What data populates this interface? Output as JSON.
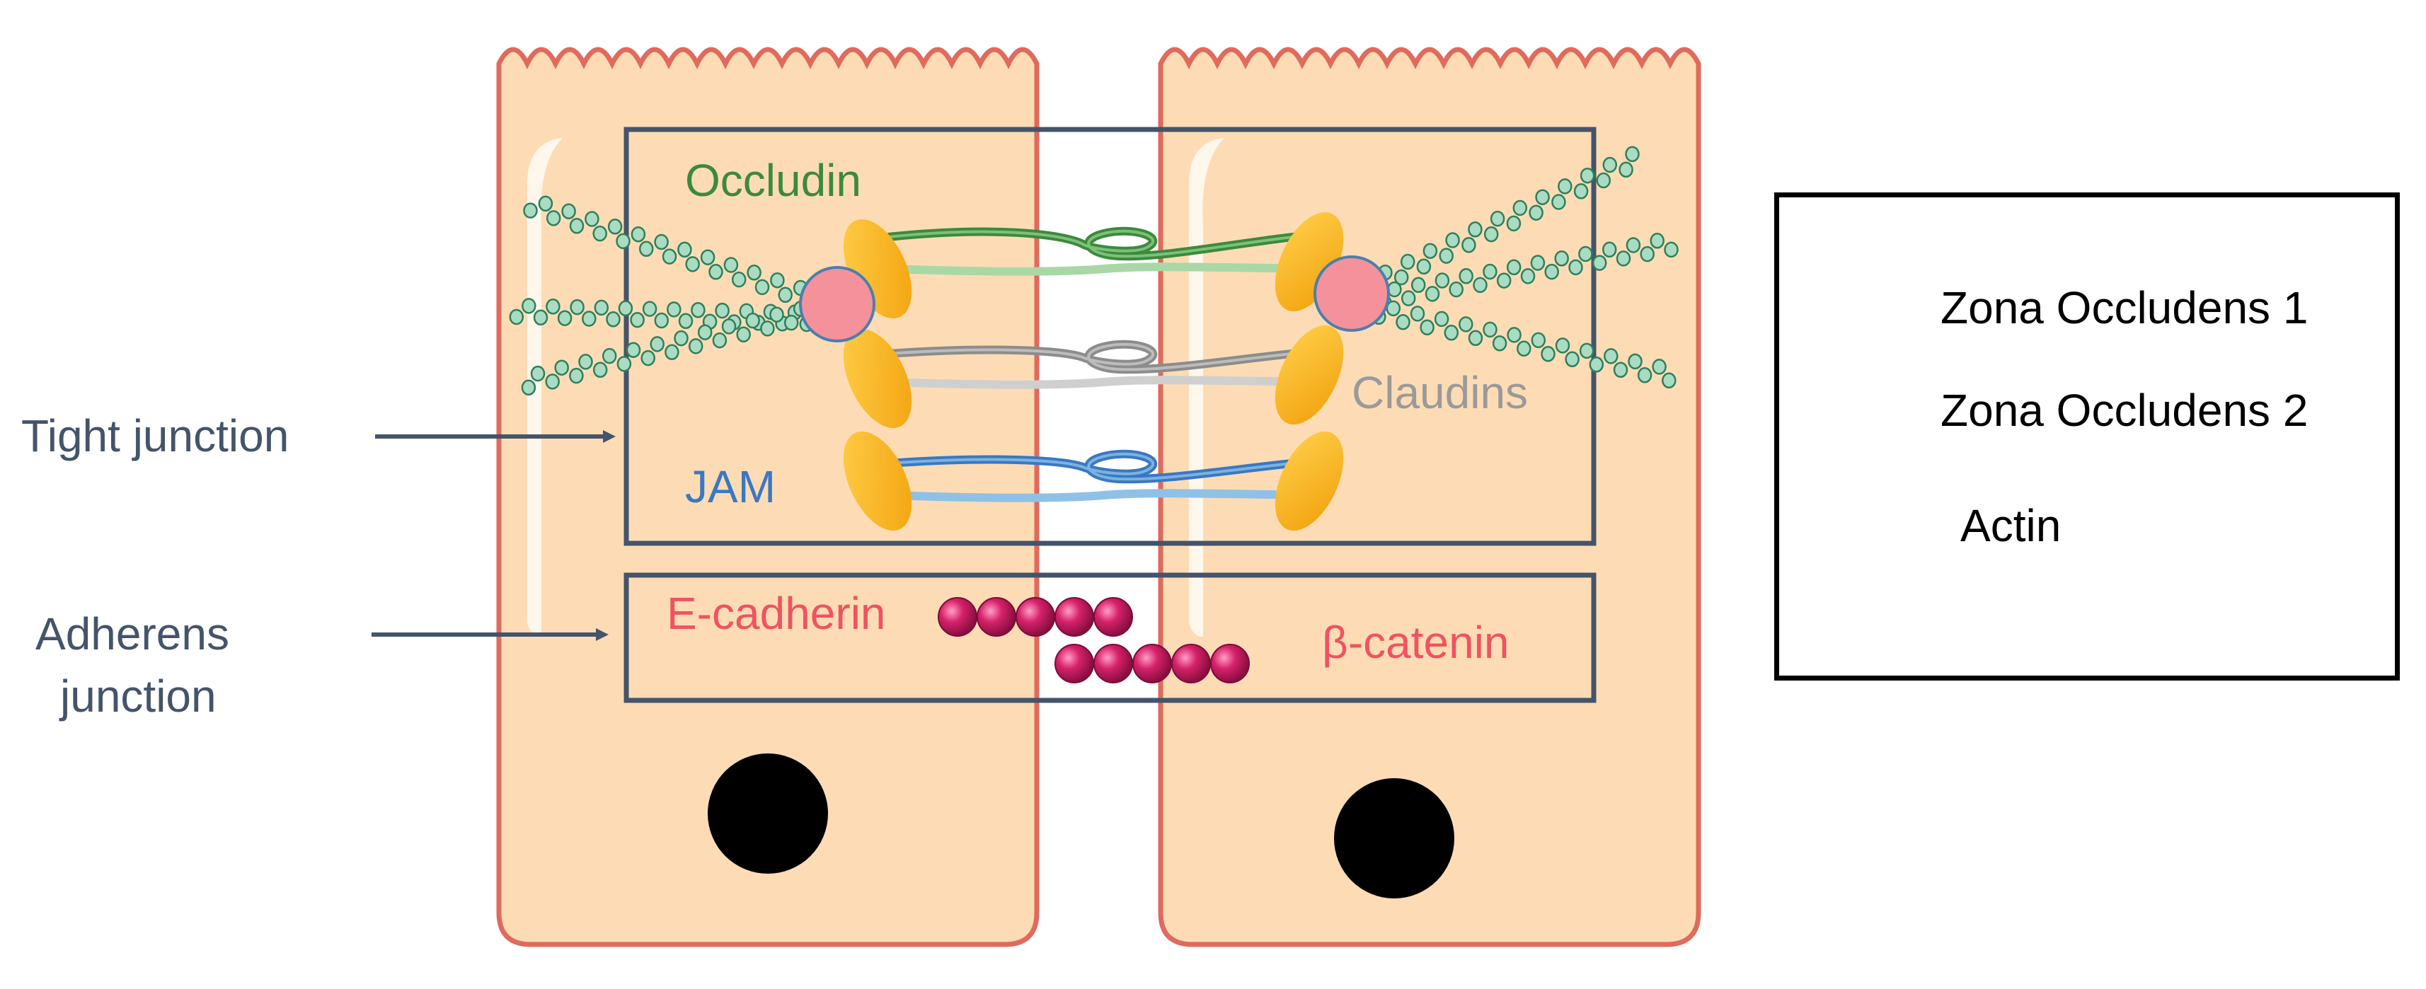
{
  "labels": {
    "occludin": "Occludin",
    "claudins": "Claudins",
    "jam": "JAM",
    "e_cadherin": "E-cadherin",
    "beta_catenin": "β-catenin",
    "tight_junction": "Tight junction",
    "adherens_line1": "Adherens",
    "adherens_line2": "junction"
  },
  "legend": {
    "zo1": "Zona Occludens 1",
    "zo2": "Zona Occludens 2",
    "actin": "Actin"
  },
  "colors": {
    "cell_fill": "#fddcb5",
    "cell_border": "#e06a5c",
    "zo1": "#fbb51d",
    "zo2": "#f5919a",
    "actin": "#5fb58b",
    "occludin": "#3c8a3c",
    "claudins": "#9a9a9a",
    "jam": "#3a78c2",
    "e_cadherin": "#ef5361",
    "beta_catenin": "#ef5361",
    "cadherin_bead": "#d6216a",
    "junction_box": "#44546a",
    "nucleus": "#000000"
  }
}
